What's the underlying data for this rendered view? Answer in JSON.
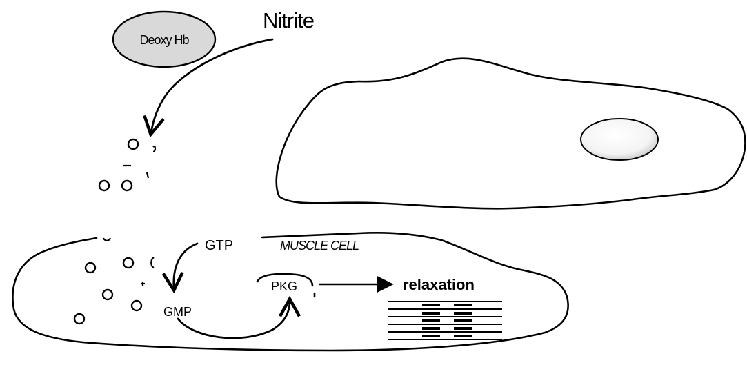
{
  "labels": {
    "nitrite": "Nitrite",
    "deoxy_hb": "Deoxy Hb",
    "gtp": "GTP",
    "muscle_cell": "MUSCLE CELL",
    "pkg": "PKG",
    "cgmp_fragment": "GMP",
    "relaxation": "relaxation"
  },
  "colors": {
    "deoxy_hb_fill": "#d9d9d9",
    "outline": "#000000",
    "background": "#ffffff"
  },
  "icons": {
    "molecule": "small-circle-icon",
    "muscle_fibers": "sarcomere-lines-icon"
  }
}
